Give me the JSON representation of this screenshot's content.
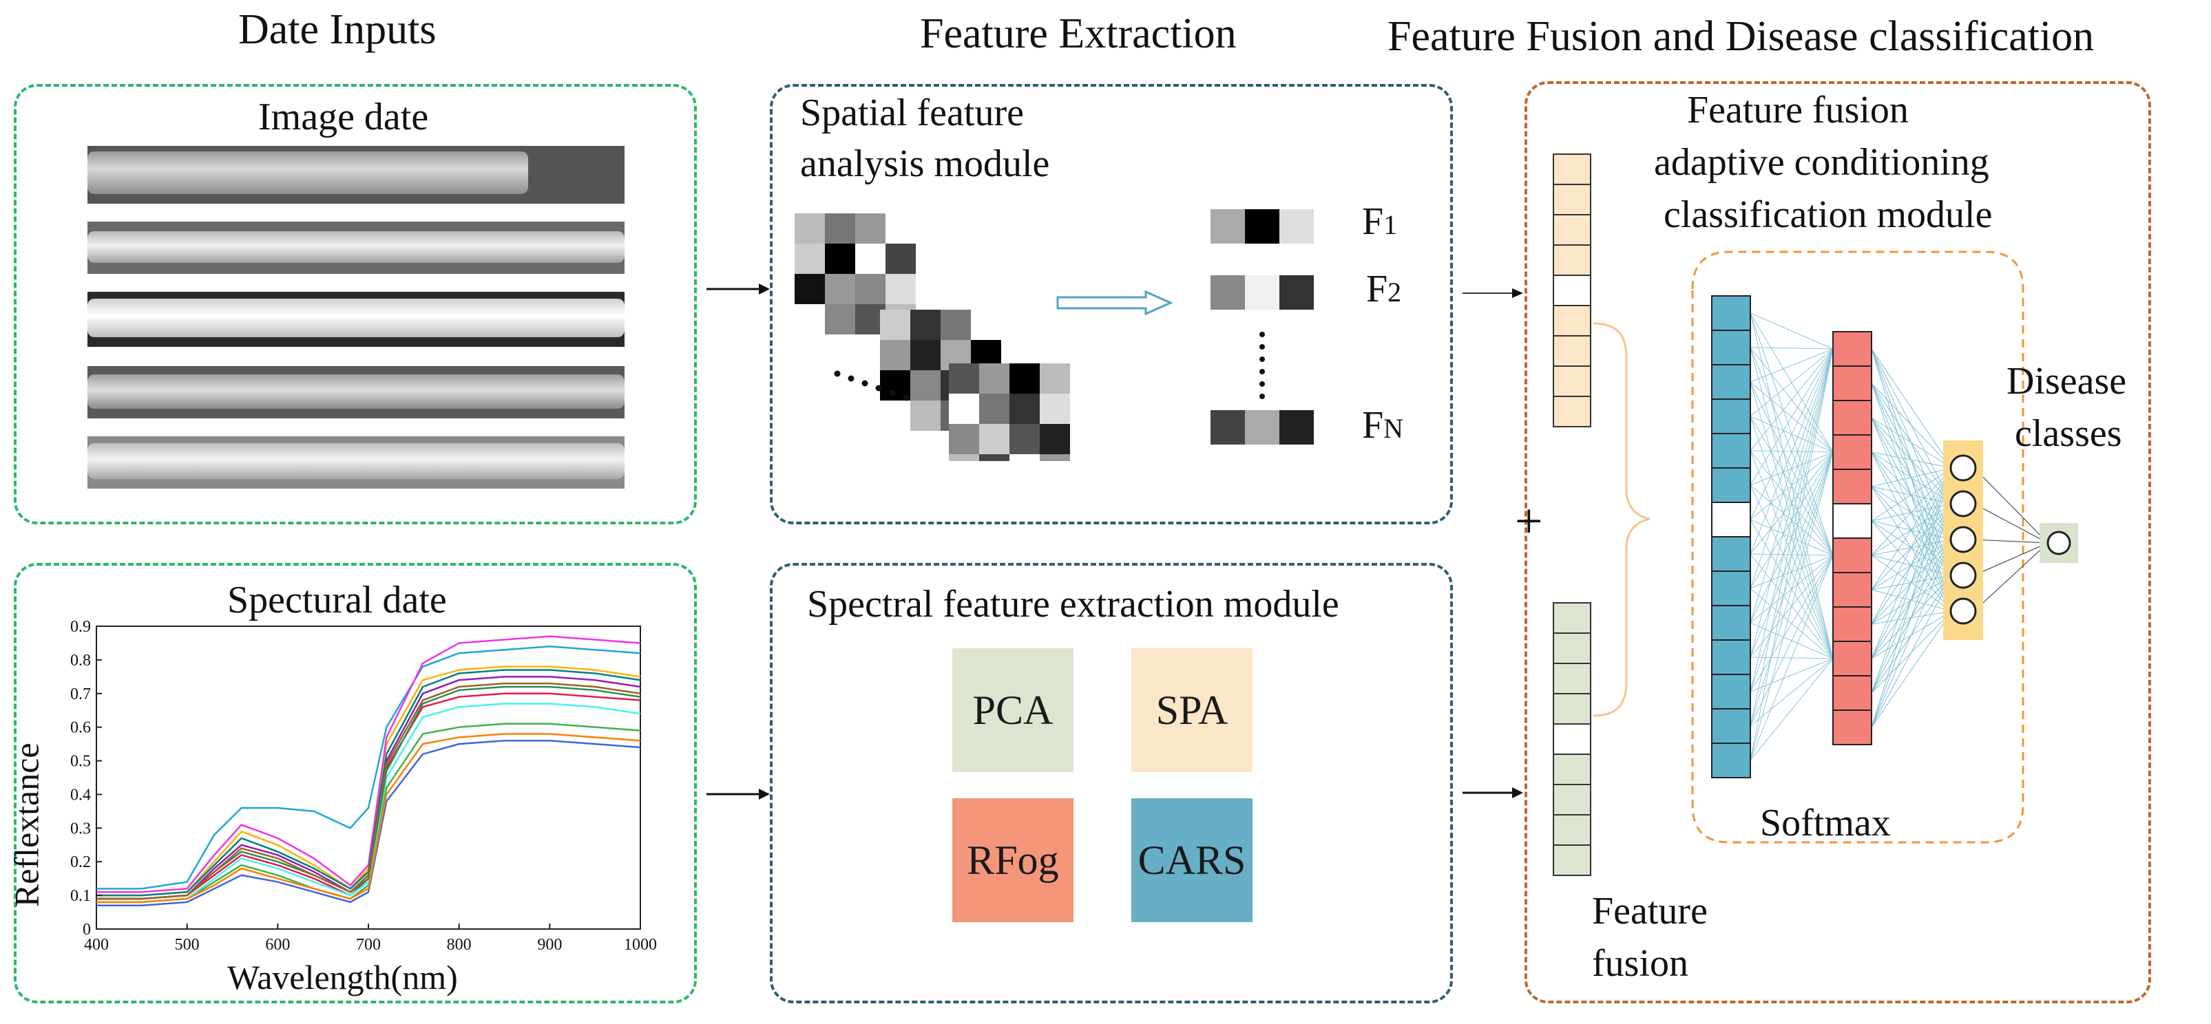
{
  "headings": {
    "inputs": "Date Inputs",
    "extraction": "Feature Extraction",
    "fusion": "Feature Fusion and Disease classification"
  },
  "image_panel": {
    "title": "Image date"
  },
  "spectral_panel": {
    "title": "Spectural date",
    "ylabel": "Reflextance",
    "xlabel": "Wavelength(nm)",
    "xticks": [
      "400",
      "500",
      "600",
      "700",
      "800",
      "900",
      "1000"
    ],
    "yticks": [
      "0",
      "0.1",
      "0.2",
      "0.3",
      "0.4",
      "0.5",
      "0.6",
      "0.7",
      "0.8",
      "0.9"
    ]
  },
  "spatial_module": {
    "title_line1": "Spatial feature",
    "title_line2": "analysis module",
    "features": [
      {
        "label": "F",
        "sub": "1"
      },
      {
        "label": "F",
        "sub": "2"
      },
      {
        "label": "F",
        "sub": "N"
      }
    ]
  },
  "spectral_module": {
    "title": "Spectral feature extraction module",
    "methods": [
      {
        "name": "PCA",
        "color": "#dde5d0"
      },
      {
        "name": "SPA",
        "color": "#fbe6c8"
      },
      {
        "name": "RFog",
        "color": "#f4967a"
      },
      {
        "name": "CARS",
        "color": "#66afc6"
      }
    ]
  },
  "fusion_module": {
    "title_line1": "Feature fusion",
    "title_line2": "adaptive  conditioning",
    "title_line3": "classification module",
    "plus": "+",
    "softmax": "Softmax",
    "feature_fusion_line1": "Feature",
    "feature_fusion_line2": "fusion",
    "disease_line1": "Disease",
    "disease_line2": "classes"
  },
  "colors": {
    "green_border": "#29b86a",
    "teal_border": "#2f5d73",
    "orange_border": "#c0672a",
    "spatial_vector": "#fbe6c8",
    "spectral_vector": "#dde5d0",
    "layer_blue": "#5fb0c9",
    "layer_red": "#f4807a",
    "layer_yellow": "#fbd98a",
    "output_node": "#d9e2cd"
  },
  "chart_data": {
    "type": "line",
    "title": "",
    "xlabel": "Wavelength(nm)",
    "ylabel": "Reflextance",
    "xlim": [
      400,
      1000
    ],
    "ylim": [
      0,
      0.9
    ],
    "x": [
      400,
      450,
      500,
      530,
      560,
      600,
      640,
      680,
      700,
      720,
      760,
      800,
      850,
      900,
      950,
      1000
    ],
    "series": [
      {
        "values": [
          0.09,
          0.09,
          0.1,
          0.16,
          0.22,
          0.19,
          0.15,
          0.1,
          0.15,
          0.48,
          0.66,
          0.69,
          0.7,
          0.7,
          0.69,
          0.68
        ]
      },
      {
        "values": [
          0.08,
          0.08,
          0.09,
          0.14,
          0.19,
          0.16,
          0.12,
          0.09,
          0.13,
          0.42,
          0.58,
          0.6,
          0.61,
          0.61,
          0.6,
          0.59
        ]
      },
      {
        "values": [
          0.1,
          0.1,
          0.11,
          0.2,
          0.29,
          0.25,
          0.19,
          0.12,
          0.18,
          0.55,
          0.74,
          0.77,
          0.78,
          0.78,
          0.77,
          0.75
        ]
      },
      {
        "values": [
          0.07,
          0.07,
          0.08,
          0.12,
          0.16,
          0.14,
          0.11,
          0.08,
          0.11,
          0.38,
          0.52,
          0.55,
          0.56,
          0.56,
          0.55,
          0.54
        ]
      },
      {
        "values": [
          0.12,
          0.12,
          0.14,
          0.28,
          0.36,
          0.36,
          0.35,
          0.3,
          0.36,
          0.6,
          0.78,
          0.82,
          0.83,
          0.84,
          0.83,
          0.82
        ]
      },
      {
        "values": [
          0.09,
          0.09,
          0.1,
          0.18,
          0.25,
          0.22,
          0.17,
          0.11,
          0.16,
          0.5,
          0.7,
          0.74,
          0.75,
          0.75,
          0.74,
          0.72
        ]
      },
      {
        "values": [
          0.08,
          0.08,
          0.09,
          0.15,
          0.21,
          0.18,
          0.14,
          0.1,
          0.14,
          0.45,
          0.63,
          0.66,
          0.67,
          0.67,
          0.66,
          0.64
        ]
      },
      {
        "values": [
          0.11,
          0.11,
          0.12,
          0.22,
          0.31,
          0.27,
          0.21,
          0.13,
          0.19,
          0.57,
          0.79,
          0.85,
          0.86,
          0.87,
          0.86,
          0.85
        ]
      },
      {
        "values": [
          0.09,
          0.09,
          0.1,
          0.17,
          0.23,
          0.2,
          0.16,
          0.11,
          0.15,
          0.47,
          0.67,
          0.71,
          0.72,
          0.72,
          0.71,
          0.69
        ]
      },
      {
        "values": [
          0.08,
          0.08,
          0.09,
          0.13,
          0.18,
          0.15,
          0.12,
          0.09,
          0.12,
          0.4,
          0.55,
          0.57,
          0.58,
          0.58,
          0.57,
          0.56
        ]
      },
      {
        "values": [
          0.1,
          0.1,
          0.11,
          0.19,
          0.27,
          0.23,
          0.18,
          0.12,
          0.17,
          0.52,
          0.72,
          0.76,
          0.77,
          0.77,
          0.76,
          0.74
        ]
      },
      {
        "values": [
          0.09,
          0.09,
          0.1,
          0.17,
          0.24,
          0.21,
          0.16,
          0.11,
          0.16,
          0.49,
          0.68,
          0.72,
          0.73,
          0.73,
          0.72,
          0.7
        ]
      }
    ]
  }
}
